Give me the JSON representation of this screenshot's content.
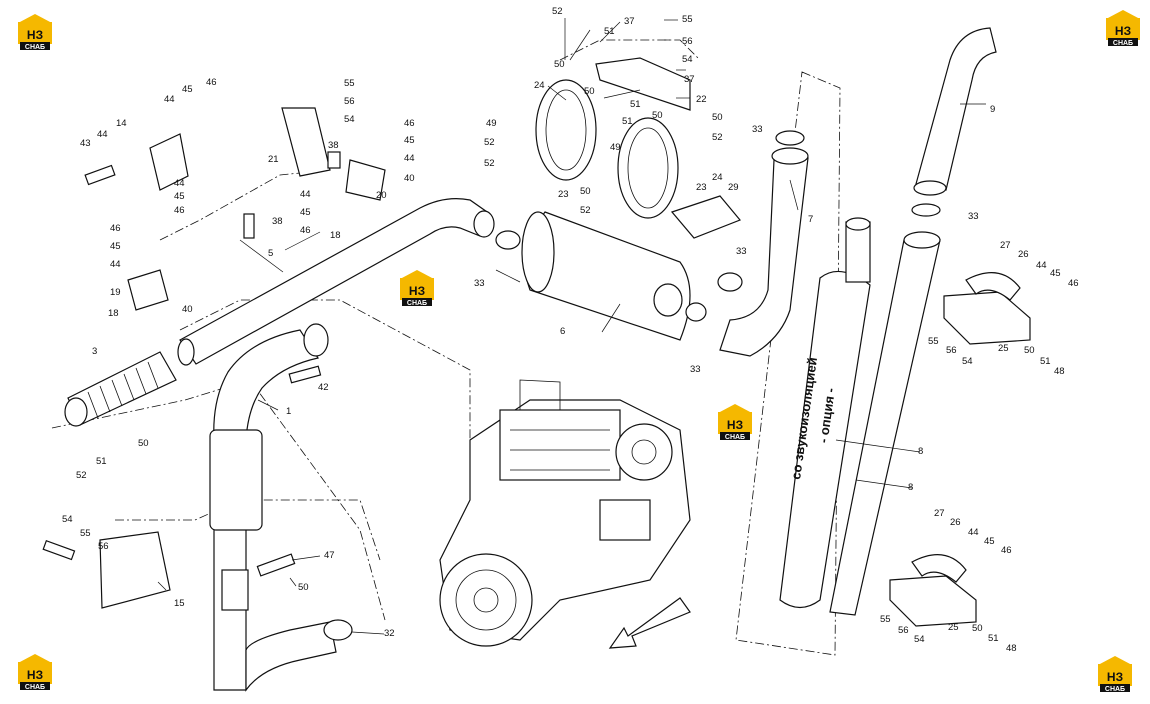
{
  "logo": {
    "brand": "НЗ",
    "sub": "СНАБ",
    "color": "#f5b800"
  },
  "option_note": {
    "line1": "со звукоизоляцией",
    "line2": "- опция -"
  },
  "callouts": [
    "52",
    "37",
    "55",
    "51",
    "56",
    "50",
    "54",
    "37",
    "24",
    "50",
    "22",
    "51",
    "49",
    "52",
    "50",
    "50",
    "51",
    "52",
    "52",
    "23",
    "49",
    "24",
    "50",
    "52",
    "23",
    "29",
    "33",
    "7",
    "9",
    "33",
    "44",
    "45",
    "46",
    "43",
    "44",
    "14",
    "44",
    "45",
    "46",
    "55",
    "56",
    "54",
    "21",
    "38",
    "46",
    "45",
    "44",
    "40",
    "20",
    "38",
    "18",
    "44",
    "45",
    "46",
    "5",
    "46",
    "45",
    "44",
    "19",
    "40",
    "18",
    "33",
    "6",
    "33",
    "33",
    "3",
    "42",
    "1",
    "50",
    "51",
    "52",
    "54",
    "55",
    "56",
    "15",
    "47",
    "50",
    "32",
    "27",
    "26",
    "44",
    "45",
    "46",
    "55",
    "56",
    "54",
    "25",
    "50",
    "51",
    "48",
    "8",
    "8",
    "27",
    "26",
    "44",
    "45",
    "46",
    "55",
    "56",
    "54",
    "25",
    "50",
    "51",
    "48"
  ]
}
